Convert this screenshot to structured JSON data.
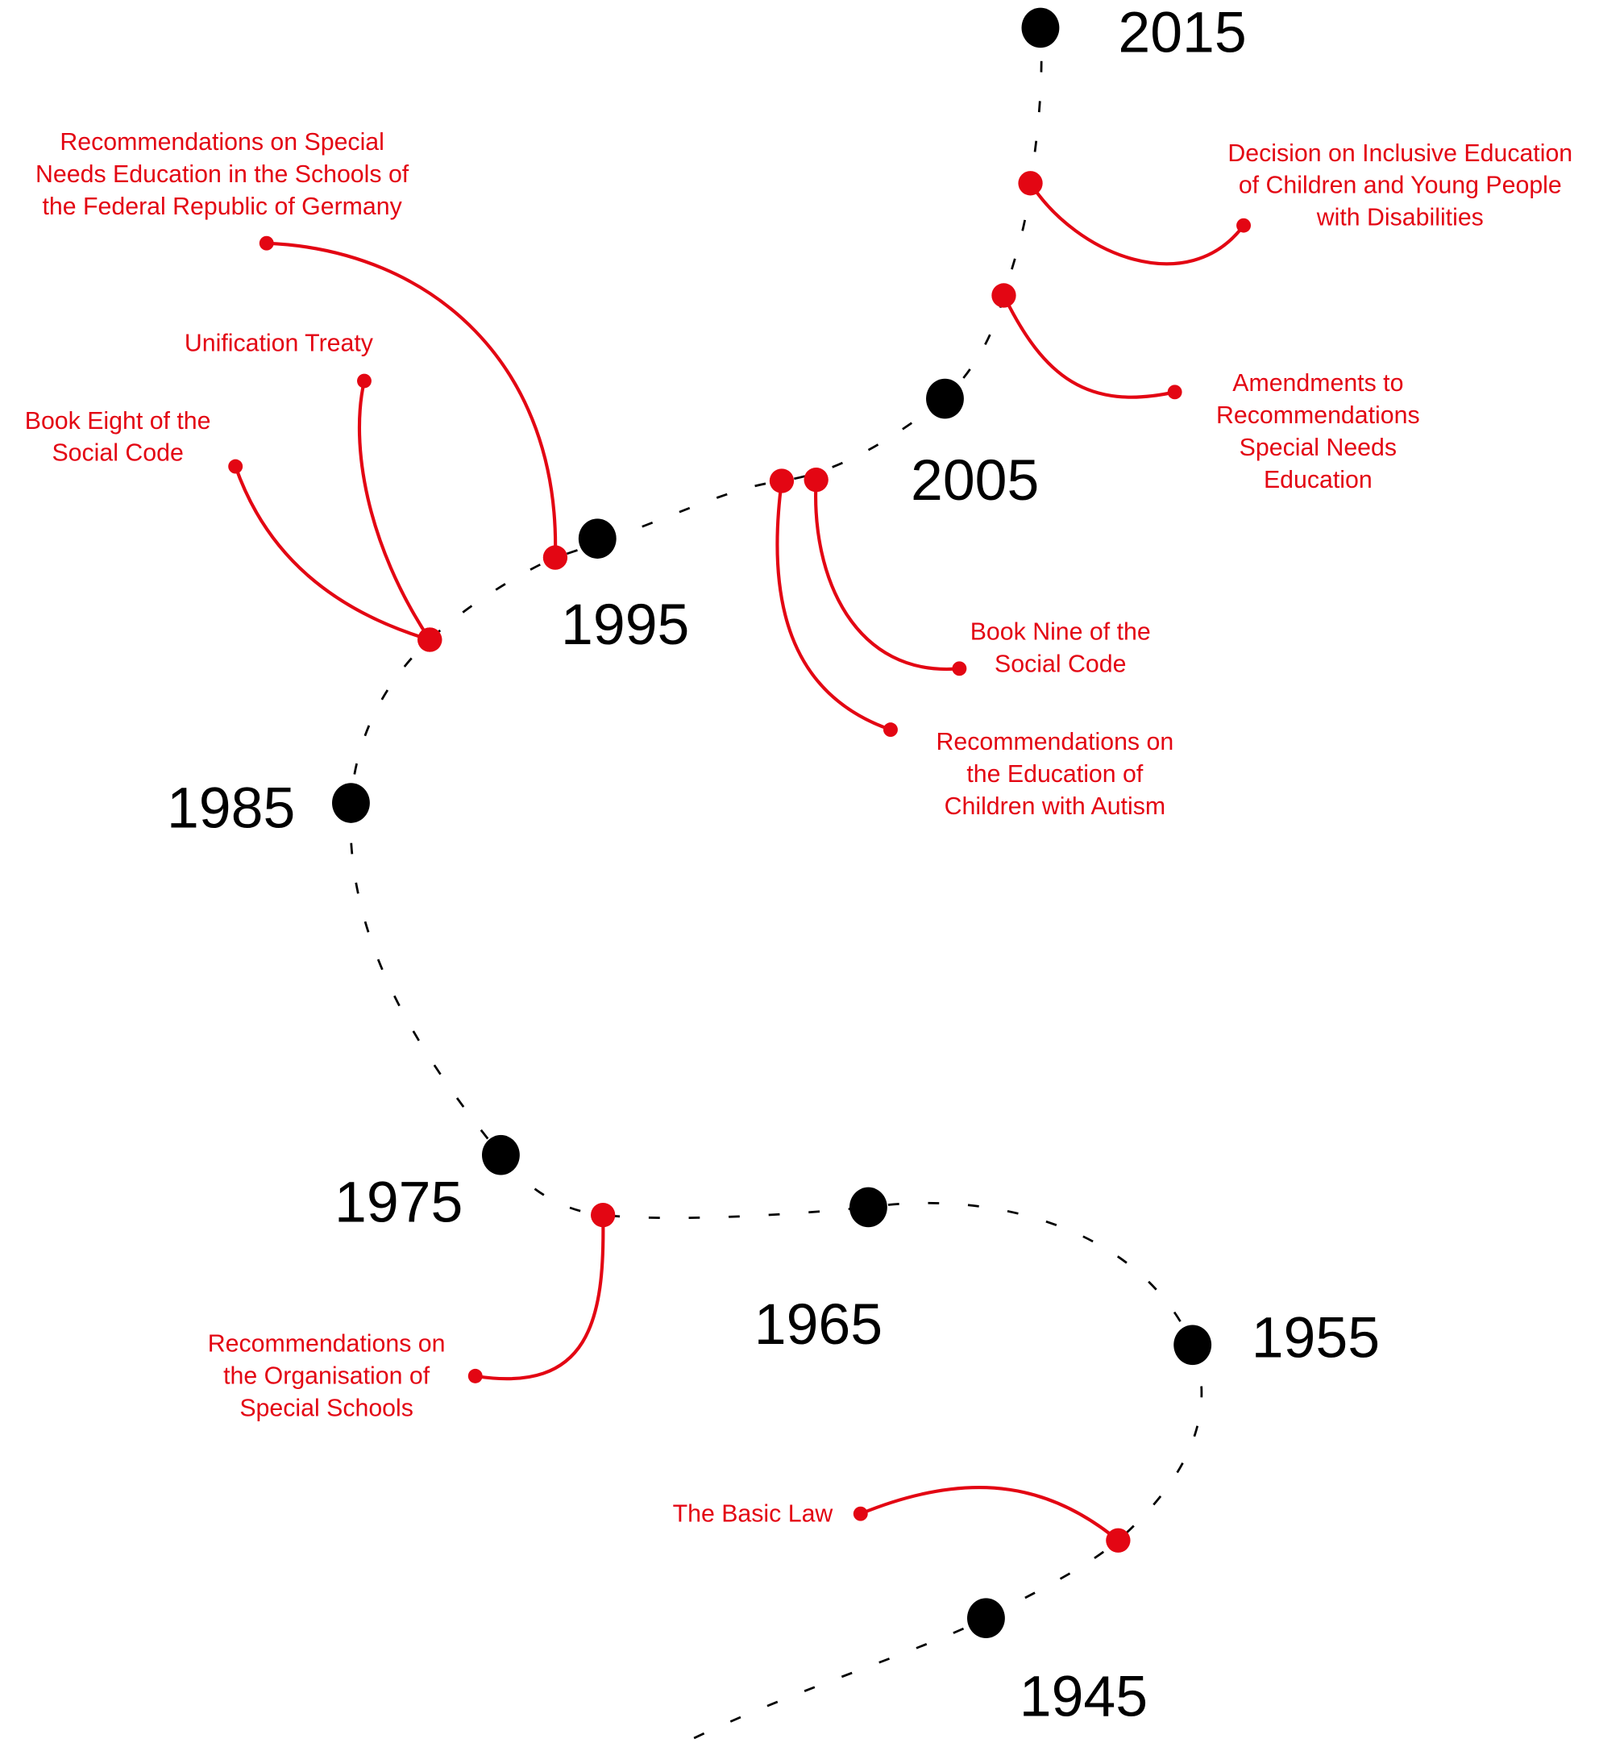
{
  "colors": {
    "timeline": "#000000",
    "event": "#e30613"
  },
  "years": [
    "1945",
    "1955",
    "1965",
    "1975",
    "1985",
    "1995",
    "2005",
    "2015"
  ],
  "events": [
    {
      "lines": [
        "The Basic Law"
      ]
    },
    {
      "lines": [
        "Recommendations on",
        "the Organisation of",
        "Special Schools"
      ]
    },
    {
      "lines": [
        "Book Eight of the",
        "Social Code"
      ]
    },
    {
      "lines": [
        "Unification Treaty"
      ]
    },
    {
      "lines": [
        "Recommendations on Special",
        "Needs Education in the Schools of",
        "the Federal Republic of Germany"
      ]
    },
    {
      "lines": [
        "Recommendations on",
        "the Education of",
        "Children with Autism"
      ]
    },
    {
      "lines": [
        "Book Nine of the",
        "Social Code"
      ]
    },
    {
      "lines": [
        "Amendments to",
        "Recommendations",
        "Special Needs",
        "Education"
      ]
    },
    {
      "lines": [
        "Decision on Inclusive Education",
        "of Children and Young People",
        "with Disabilities"
      ]
    }
  ]
}
